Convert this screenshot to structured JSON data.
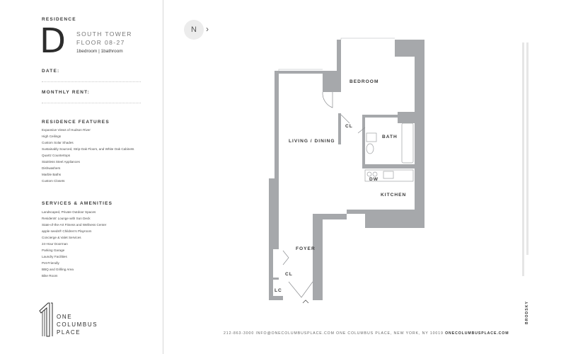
{
  "residence": {
    "label": "RESIDENCE",
    "unit": "D",
    "tower": "SOUTH TOWER",
    "floors": "FLOOR 08-27",
    "layout": "1bedroom  |  1bathroom"
  },
  "fields": {
    "date_label": "DATE:",
    "rent_label": "MONTHLY RENT:"
  },
  "features": {
    "title": "RESIDENCE FEATURES",
    "items": [
      "Expansive Views of Hudson River",
      "High Ceilings",
      "Custom Solar Shades",
      "Sustainably Sourced, Strip-Oak Floors, and White Oak Cabinets",
      "Quartz Countertops",
      "Stainless Steel Appliances",
      "Dishwashers",
      "Marble Baths",
      "Custom Closets"
    ]
  },
  "amenities": {
    "title": "SERVICES & AMENITIES",
    "items": [
      "Landscaped, Private Outdoor Spaces",
      "Residents' Lounge with Sun Deck",
      "State-of-the-Art Fitness and Wellness Center",
      "apple seeds® Children's Playroom",
      "Concierge & Valet Services",
      "24-Hour Doorman",
      "Parking Garage",
      "Laundry Facilities",
      "Pet-Friendly",
      "BBQ and Grilling Area",
      "Bike Room"
    ]
  },
  "logo": {
    "line1": "ONE",
    "line2": "COLUMBUS",
    "line3": "PLACE"
  },
  "plan": {
    "north": "N",
    "rooms": {
      "bedroom": "BEDROOM",
      "living": "LIVING / DINING",
      "bath": "BATH",
      "kitchen": "KITCHEN",
      "foyer": "FOYER",
      "closet_bedroom": "CL",
      "closet_foyer": "CL",
      "linen_closet": "LC",
      "dishwasher": "DW"
    }
  },
  "footer": {
    "contact": "212-863-3000  INFO@ONECOLUMBUSPLACE.COM  ONE COLUMBUS PLACE, NEW YORK, NY 10019",
    "website": "ONECOLUMBUSPLACE.COM"
  },
  "side": {
    "brand": "BRODSKY"
  },
  "colors": {
    "wall": "#a6a8ab",
    "accent": "#2c2c2c"
  }
}
